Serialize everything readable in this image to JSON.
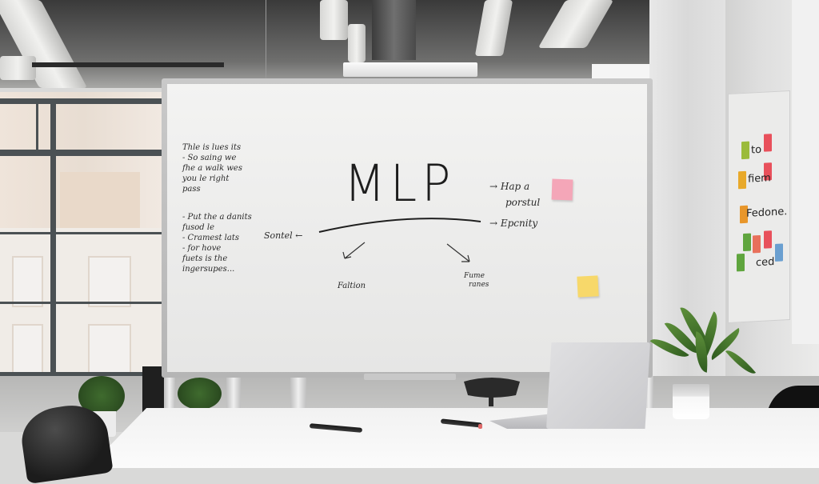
{
  "scene": {
    "description": "Bright modern office meeting room with a mobile whiteboard showing an MLP mind-map",
    "colors": {
      "whiteboard": "#ebebea",
      "marker_ink": "#2a2a2a",
      "pink_sticky": "#f4a6b8",
      "yellow_sticky": "#f7d86a",
      "plant_green": "#3f6b2e",
      "table": "#f5f5f5",
      "chair": "#1c1c1c"
    }
  },
  "whiteboard": {
    "title": "MLP",
    "left_notes_block1": [
      "Thle is lues its",
      "- So saing we",
      "  fhe a walk wes",
      "  you le right",
      "  pass"
    ],
    "left_notes_block2": [
      "- Put the a danits",
      "  fusod le",
      "- Cramest lats",
      "- for hove",
      "  fuets is the",
      "  ingersupes..."
    ],
    "right_branch_top": [
      "→ Hap a",
      "porstul"
    ],
    "right_branch_bottom": "→ Epcnity",
    "left_branch": "Sontel ←",
    "bottom_left_branch": "Faltion",
    "bottom_right_branch": [
      "Fume",
      "ranes"
    ]
  },
  "glass_board": {
    "lines": [
      "to",
      "fiem",
      "Fedone.",
      "ced"
    ],
    "sticky_colors": [
      "#9bbb3b",
      "#e8505b",
      "#e8a92a",
      "#e8505b",
      "#e8962a",
      "#5fa53e",
      "#e8705b",
      "#e8505b",
      "#6a9fd0",
      "#5fa53e"
    ]
  },
  "laptop": {
    "logo": ""
  }
}
